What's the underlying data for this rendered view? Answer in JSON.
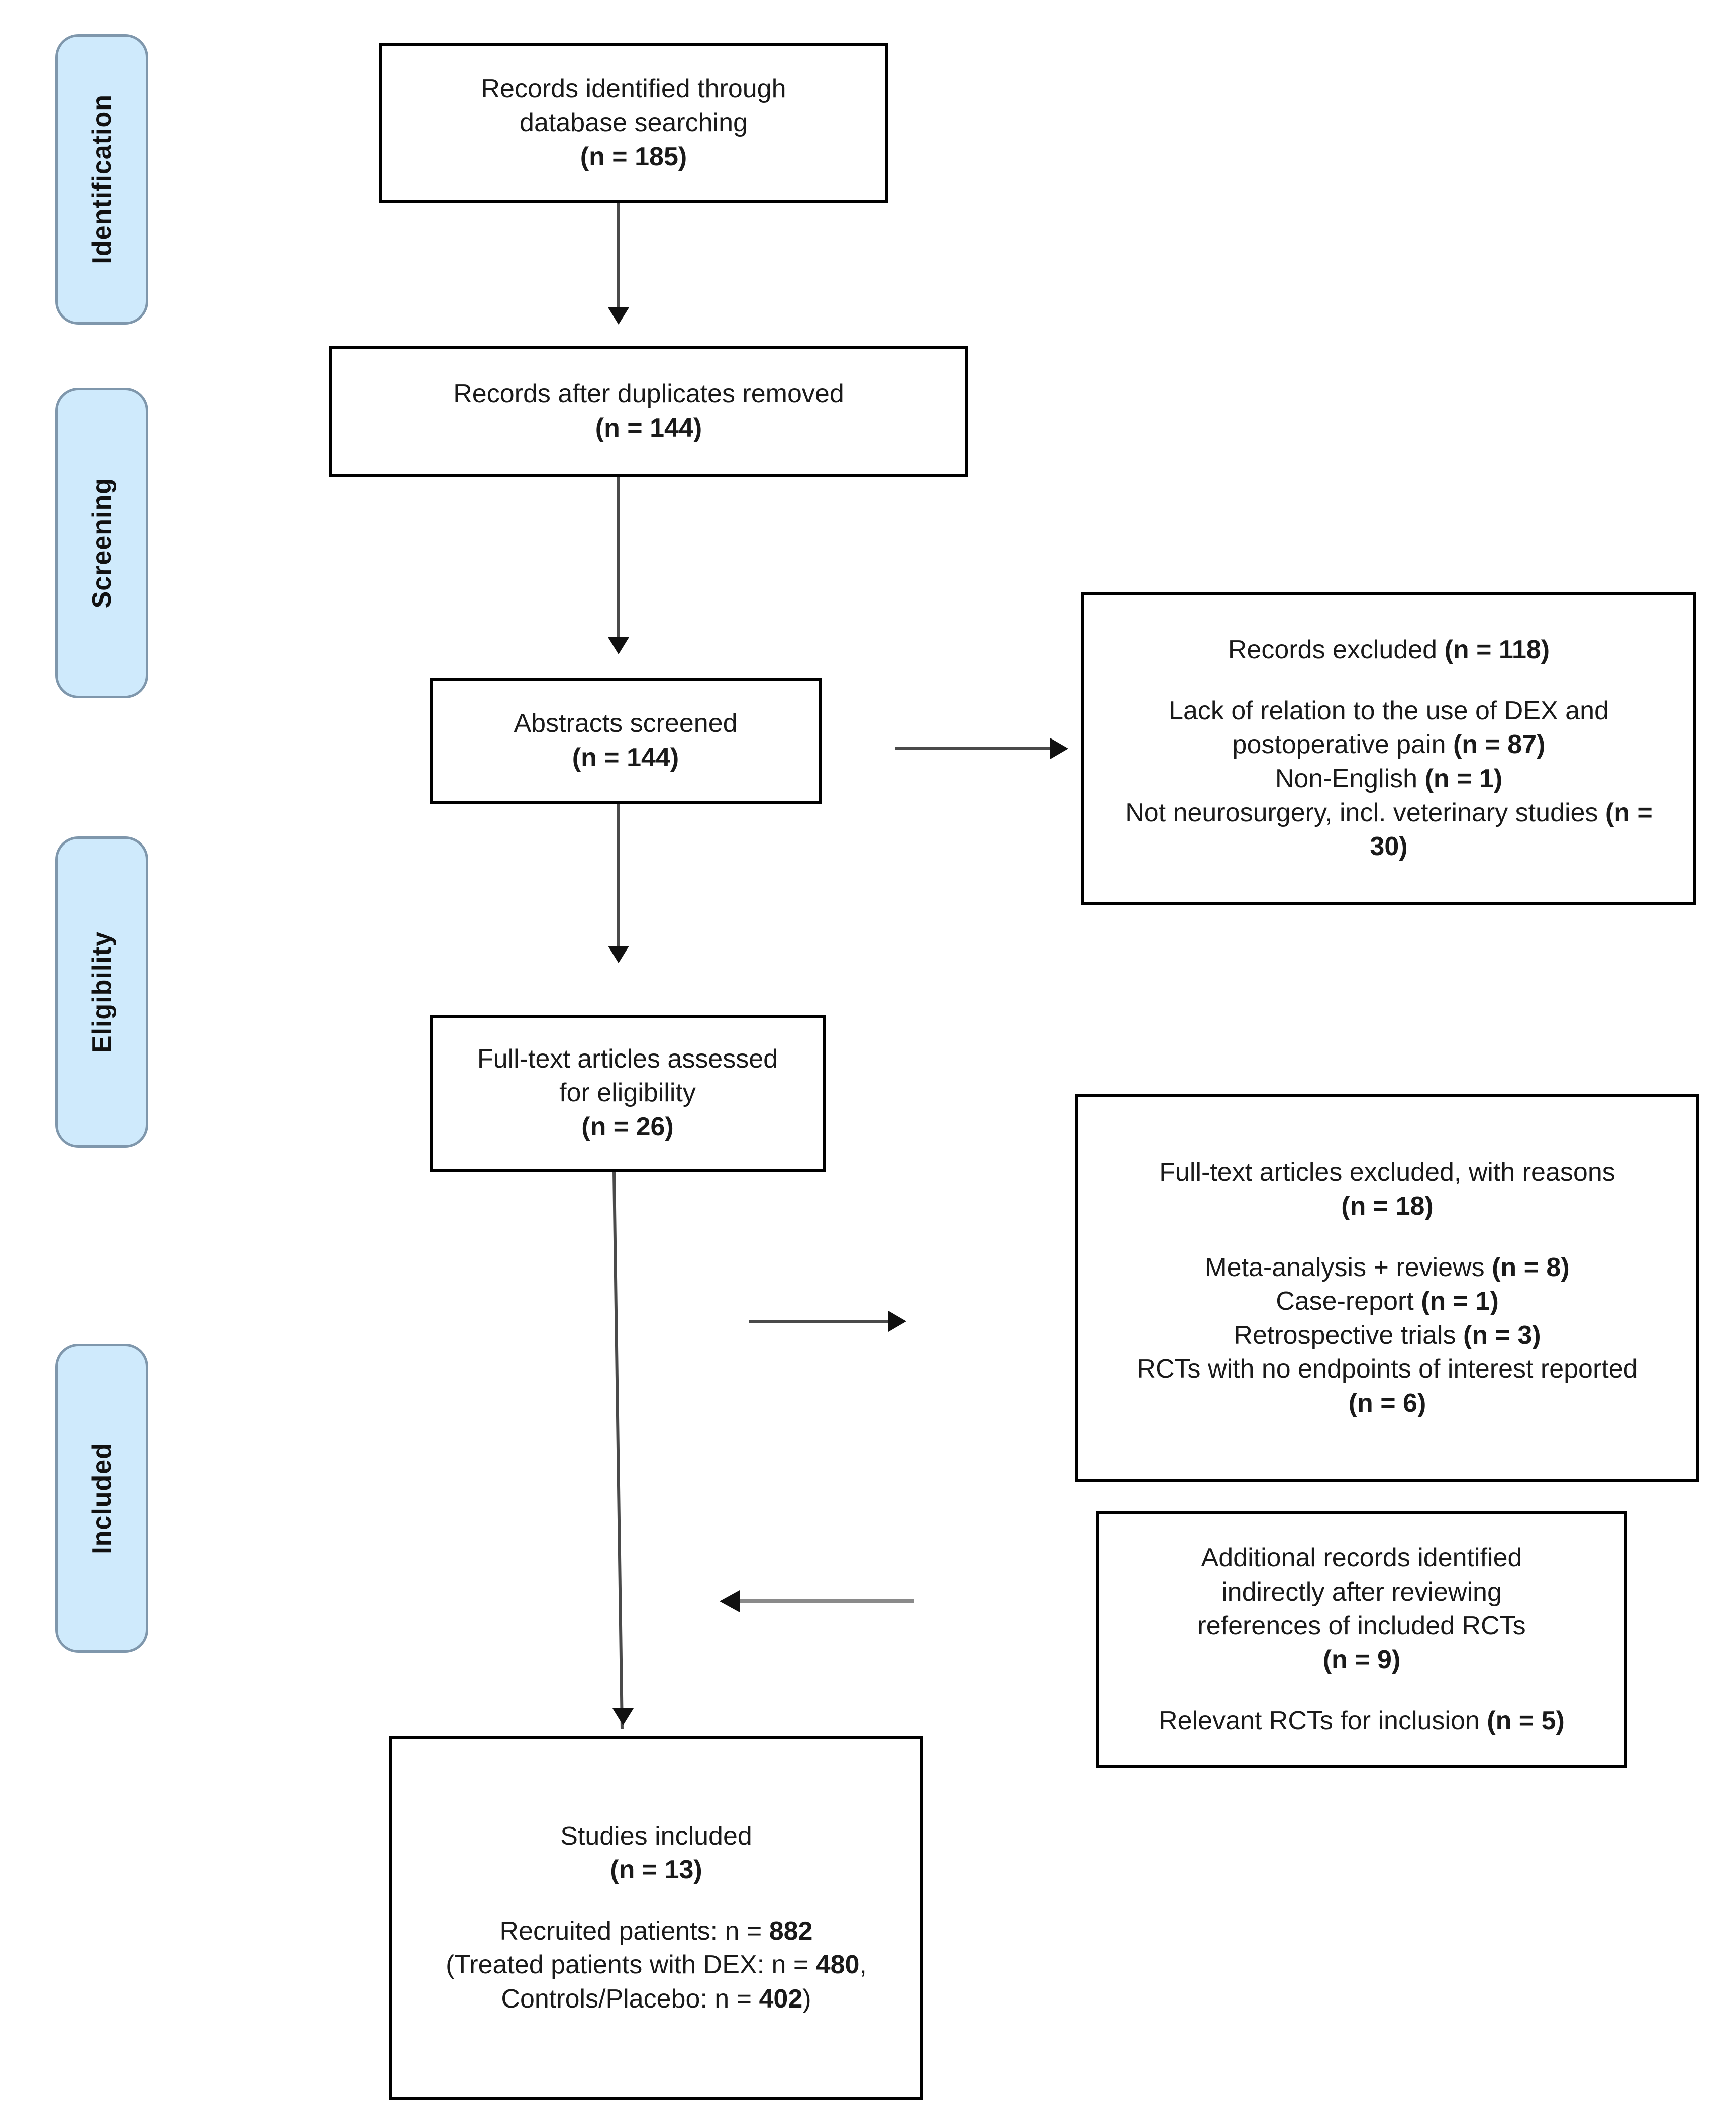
{
  "diagram": {
    "title": "PRISMA flow diagram",
    "accent_blue": "#cfeafc",
    "accent_border": "#7f97ac",
    "box_border": "#000000",
    "connector_color": "#4a4a4a",
    "connector_gray": "#8a8a8a"
  },
  "phases": [
    {
      "id": "identification",
      "label": "Identification"
    },
    {
      "id": "screening",
      "label": "Screening"
    },
    {
      "id": "eligibility",
      "label": "Eligibility"
    },
    {
      "id": "included",
      "label": "Included"
    }
  ],
  "boxes": {
    "records_identified": {
      "line1": "Records identified through",
      "line2": "database searching",
      "count": "(n = 185)"
    },
    "records_after_duplicates": {
      "line1": "Records after duplicates removed",
      "count": "(n = 144)"
    },
    "abstracts_screened": {
      "line1": "Abstracts screened",
      "count": "(n = 144)"
    },
    "records_excluded": {
      "heading_text": "Records excluded ",
      "heading_count": "(n = 118)",
      "reason1_text": "Lack of relation to the use of DEX and postoperative pain ",
      "reason1_count": "(n = 87)",
      "reason2_text": "Non-English ",
      "reason2_count": "(n = 1)",
      "reason3_text": "Not neurosurgery, incl. veterinary studies ",
      "reason3_count": "(n = 30)"
    },
    "fulltext_assessed": {
      "line1": "Full-text articles assessed",
      "line2": "for eligibility",
      "count": "(n = 26)"
    },
    "fulltext_excluded": {
      "heading": "Full-text articles excluded, with reasons",
      "heading_count": "(n = 18)",
      "reason1_text": "Meta-analysis + reviews ",
      "reason1_count": "(n = 8)",
      "reason2_text": "Case-report ",
      "reason2_count": "(n = 1)",
      "reason3_text": "Retrospective trials ",
      "reason3_count": "(n = 3)",
      "reason4_text": "RCTs with no endpoints of interest reported",
      "reason4_count": "(n = 6)"
    },
    "additional_records": {
      "line1": "Additional records identified",
      "line2": "indirectly after reviewing",
      "line3": "references of included RCTs",
      "count": "(n = 9)",
      "relevant_text": "Relevant RCTs for inclusion ",
      "relevant_count": "(n = 5)"
    },
    "studies_included": {
      "line1": "Studies included",
      "count": "(n = 13)",
      "recruited_text": "Recruited patients: n = ",
      "recruited_count": "882",
      "treated_text": "(Treated patients with DEX: n = ",
      "treated_count": "480",
      "treated_tail": ",",
      "controls_text": "Controls/Placebo: n = ",
      "controls_count": "402",
      "controls_tail": ")"
    }
  }
}
